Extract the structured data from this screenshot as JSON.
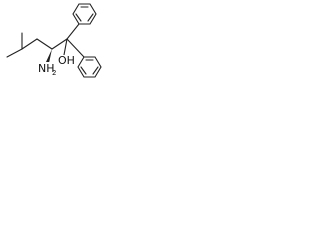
{
  "structure": {
    "labels": {
      "hydroxyl": "OH",
      "amine_main": "NH",
      "amine_subscript": "2"
    },
    "stroke_color": "#222222",
    "text_color": "#111111",
    "background": "#ffffff"
  }
}
